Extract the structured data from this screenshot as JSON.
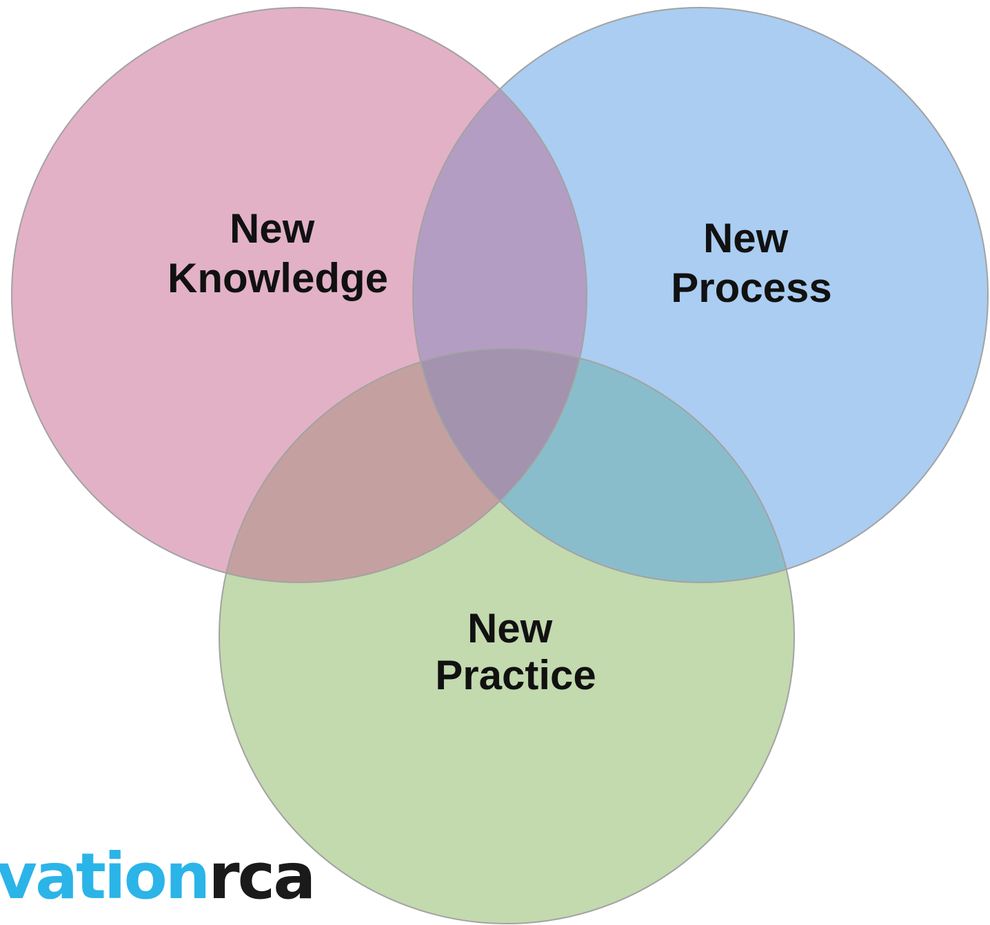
{
  "diagram": {
    "circles": [
      {
        "id": "knowledge",
        "label_line1": "New",
        "label_line2": "Knowledge",
        "fill": "#e2b1c6"
      },
      {
        "id": "process",
        "label_line1": "New",
        "label_line2": "Process",
        "fill": "#aacdf1"
      },
      {
        "id": "practice",
        "label_line1": "New",
        "label_line2": "Practice",
        "fill": "#c3d9ae"
      }
    ],
    "overlap_colors": {
      "knowledge_process": "#b49dc3",
      "knowledge_practice": "#c4a1a0",
      "process_practice": "#8abdcb",
      "all_three": "#a393ae"
    },
    "outline_color": "#a2a2a2"
  },
  "logo": {
    "part1": "vation",
    "part2": "rca",
    "color1": "#2bb4e8",
    "color2": "#1a1a1a"
  }
}
